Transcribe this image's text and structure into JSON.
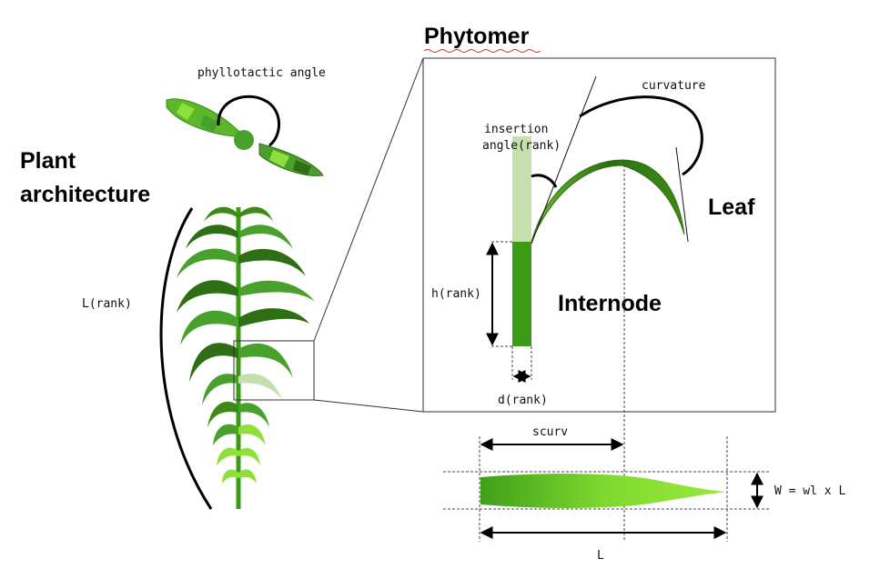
{
  "titles": {
    "plant_architecture_line1": "Plant",
    "plant_architecture_line2": "architecture",
    "phytomer": "Phytomer",
    "leaf": "Leaf",
    "internode": "Internode"
  },
  "labels": {
    "phyllotactic_angle": "phyllotactic angle",
    "l_rank": "L(rank)",
    "curvature": "curvature",
    "insertion_angle_line1": "insertion",
    "insertion_angle_line2": "angle(rank)",
    "h_rank": "h(rank)",
    "d_rank": "d(rank)",
    "scurv": "scurv",
    "width_formula": "W = wl x L",
    "length": "L"
  },
  "colors": {
    "leaf_green": "#4aa02c",
    "leaf_dark": "#2e6e14",
    "leaf_light": "#8fe03a",
    "internode_green": "#3d9a17",
    "sheath_light": "#c6dfae"
  }
}
